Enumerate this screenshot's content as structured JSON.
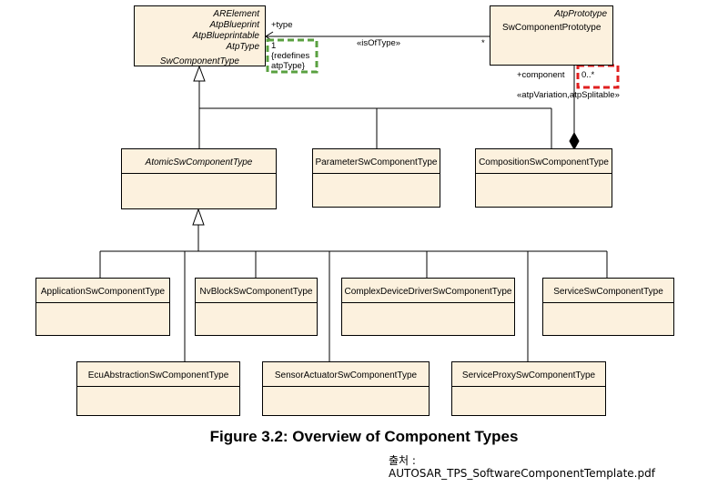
{
  "classes": {
    "sw_component_type": {
      "stereotypes": [
        "ARElement",
        "AtpBlueprint",
        "AtpBlueprintable",
        "AtpType"
      ],
      "name": "SwComponentType"
    },
    "sw_component_prototype": {
      "stereotype": "AtpPrototype",
      "name": "SwComponentPrototype"
    },
    "atomic": {
      "name": "AtomicSwComponentType"
    },
    "parameter": {
      "name": "ParameterSwComponentType"
    },
    "composition": {
      "name": "CompositionSwComponentType"
    },
    "application": {
      "name": "ApplicationSwComponentType"
    },
    "nvblock": {
      "name": "NvBlockSwComponentType"
    },
    "complex_device_driver": {
      "name": "ComplexDeviceDriverSwComponentType"
    },
    "service": {
      "name": "ServiceSwComponentType"
    },
    "ecu_abstraction": {
      "name": "EcuAbstractionSwComponentType"
    },
    "sensor_actuator": {
      "name": "SensorActuatorSwComponentType"
    },
    "service_proxy": {
      "name": "ServiceProxySwComponentType"
    }
  },
  "associations": {
    "type_role": "+type",
    "type_multiplicity": "1",
    "redefines_line1": "{redefines",
    "redefines_line2": "atpType}",
    "is_of_type": "«isOfType»",
    "star": "*",
    "component_role": "+component",
    "component_multiplicity": "0..*",
    "component_stereotype": "«atpVariation,atpSplitable»"
  },
  "highlight_colors": {
    "green": "#5aa040",
    "red": "#e02020"
  },
  "caption": "Figure 3.2: Overview of Component Types",
  "source_label": "출처 :",
  "source_file": "AUTOSAR_TPS_SoftwareComponentTemplate.pdf"
}
